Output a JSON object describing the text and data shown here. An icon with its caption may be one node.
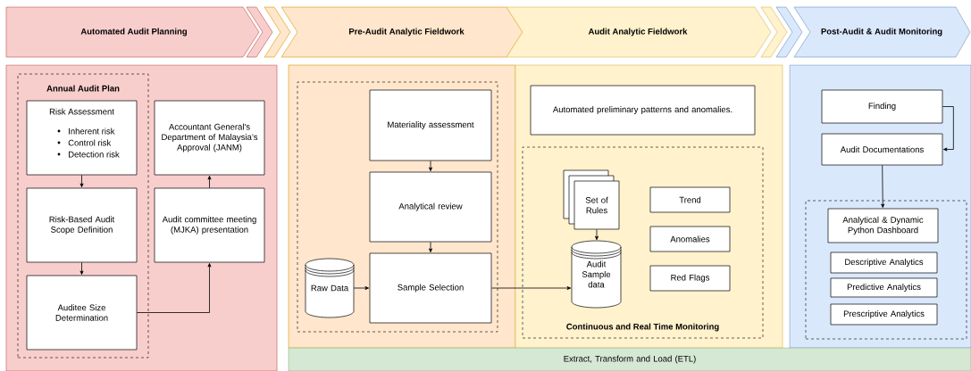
{
  "diagram": {
    "nodes": [
      {
        "text": [
          "Automated Audit Planning"
        ]
      },
      {
        "text": [
          "Pre-Audit Analytic Fieldwork"
        ]
      },
      {
        "text": [
          "Audit Analytic Fieldwork"
        ]
      },
      {
        "text": [
          "Post-Audit & Audit Monitoring"
        ]
      },
      {
        "text": [],
        "shape": "box"
      },
      {
        "text": [
          "Annual Audit Plan"
        ],
        "in": 4
      },
      {
        "text": [
          "Risk Assessment",
          "Inherent risk",
          "Control risk",
          "Detection risk"
        ],
        "in": 5
      },
      {
        "text": [
          "Accountant General's Department of Malaysia’s Approval (JANM)"
        ],
        "in": 4
      },
      {
        "text": [
          "Risk-Based Audit Scope Definition"
        ],
        "in": 5
      },
      {
        "text": [
          "Audit committee meeting (MJKA) presentation"
        ],
        "in": 4
      },
      {
        "text": [
          "Auditee Size Determination"
        ],
        "in": 5
      },
      {
        "text": [],
        "shape": "box"
      },
      {
        "text": [],
        "shape": "box",
        "in": 11
      },
      {
        "text": [
          "Materiality assessment"
        ],
        "in": 12
      },
      {
        "text": [
          "Analytical review"
        ],
        "in": 12
      },
      {
        "text": [
          "Sample Selection"
        ],
        "in": 12
      },
      {
        "text": [
          "Raw Data"
        ],
        "in": 12
      },
      {
        "text": [],
        "shape": "box"
      },
      {
        "text": [
          "Automated preliminary patterns and anomalies."
        ],
        "in": 17
      },
      {
        "text": [
          "Continuous and Real Time Monitoring"
        ],
        "in": 17
      },
      {
        "text": [
          "Set of Rules"
        ],
        "in": 19
      },
      {
        "text": [
          "Audit Sample data"
        ],
        "in": 19
      },
      {
        "text": [
          "Trend"
        ],
        "in": 19
      },
      {
        "text": [
          "Anomalies"
        ],
        "in": 19
      },
      {
        "text": [
          "Red Flags"
        ],
        "in": 19
      },
      {
        "text": [],
        "shape": "box"
      },
      {
        "text": [
          "Finding"
        ],
        "in": 25
      },
      {
        "text": [
          "Audit Documentations"
        ],
        "in": 25
      },
      {
        "text": [],
        "shape": "box",
        "in": 25
      },
      {
        "text": [
          "Analytical & Dynamic Python Dashboard"
        ],
        "in": 28
      },
      {
        "text": [
          "Descriptive Analytics"
        ],
        "in": 28
      },
      {
        "text": [
          "Predictive Analytics"
        ],
        "in": 28
      },
      {
        "text": [
          "Prescriptive Analytics"
        ],
        "in": 28
      },
      {
        "text": [
          "Extract, Transform and Load (ETL)"
        ]
      }
    ],
    "edges": [
      {
        "from": 6,
        "to": 8,
        "arrow": "to"
      },
      {
        "from": 8,
        "to": 10,
        "arrow": "to"
      },
      {
        "from": 10,
        "to": 9,
        "arrow": "to"
      },
      {
        "from": 9,
        "to": 7,
        "arrow": "to"
      },
      {
        "from": 13,
        "to": 14,
        "arrow": "to"
      },
      {
        "from": 14,
        "to": 15,
        "arrow": "to"
      },
      {
        "from": 16,
        "to": 15,
        "arrow": "to"
      },
      {
        "from": 15,
        "to": 21,
        "arrow": "to"
      },
      {
        "from": 20,
        "to": 21,
        "arrow": "to"
      },
      {
        "from": 26,
        "to": 27,
        "arrow": "to"
      },
      {
        "from": 27,
        "to": 29,
        "arrow": "to"
      }
    ]
  }
}
